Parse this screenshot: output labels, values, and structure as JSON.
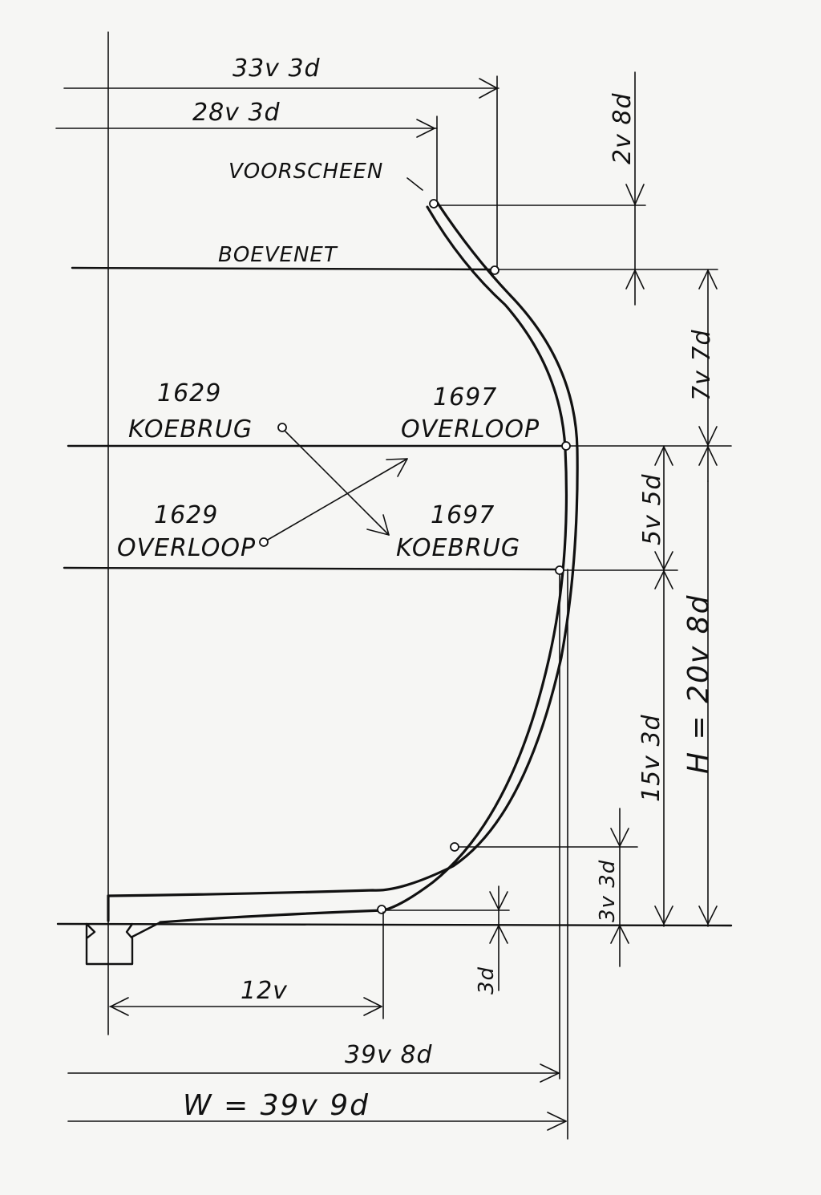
{
  "dimensions": {
    "top_outer": "33v 3d",
    "top_inner": "28v 3d",
    "right_top": "2v 8d",
    "right_upper": "7v 7d",
    "right_middle": "5v 5d",
    "right_lower": "15v 3d",
    "right_height": "H = 20v 8d",
    "right_bottom_small": "3v 3d",
    "bottom_small": "3d",
    "bottom_inner": "12v",
    "bottom_mid": "39v 8d",
    "bottom_width": "W = 39v 9d"
  },
  "labels": {
    "voorscheen": "VOORSCHEEN",
    "boevenet": "BOEVENET",
    "koebrug_1629_year": "1629",
    "koebrug_1629_name": "KOEBRUG",
    "overloop_1697_year": "1697",
    "overloop_1697_name": "OVERLOOP",
    "overloop_1629_year": "1629",
    "overloop_1629_name": "OVERLOOP",
    "koebrug_1697_year": "1697",
    "koebrug_1697_name": "KOEBRUG"
  }
}
